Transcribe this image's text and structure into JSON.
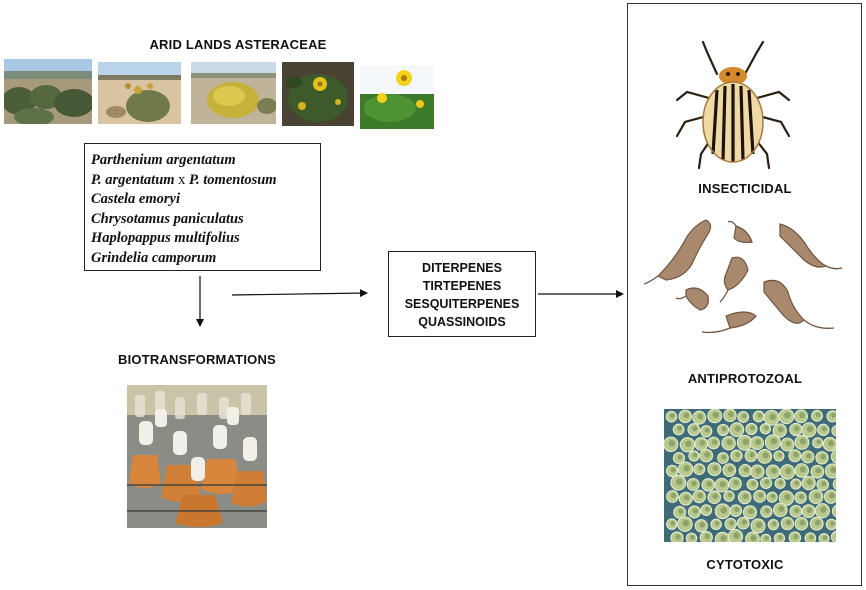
{
  "header": {
    "title": "ARID LANDS ASTERACEAE"
  },
  "species": [
    {
      "main": "Parthenium argentatum"
    },
    {
      "pre": "P. argentatum ",
      "sep": "x",
      "post": " P. tomentosum"
    },
    {
      "main": "Castela emoryi"
    },
    {
      "main": "Chrysotamus paniculatus"
    },
    {
      "main": "Haplopappus multifolius"
    },
    {
      "main": "Grindelia camporum"
    }
  ],
  "biotransformations": {
    "label": "BIOTRANSFORMATIONS"
  },
  "compounds": [
    "DITERPENES",
    "TIRTEPENES",
    "SESQUITERPENES",
    "QUASSINOIDS"
  ],
  "activities": [
    {
      "label": "INSECTICIDAL",
      "image": "beetle"
    },
    {
      "label": "ANTIPROTOZOAL",
      "image": "trypanosomes"
    },
    {
      "label": "CYTOTOXIC",
      "image": "cells"
    }
  ],
  "colors": {
    "box_border": "#222222",
    "arrow": "#111111",
    "flask_liquid": "#d9863d",
    "cell_stain": "#3f6a78"
  }
}
